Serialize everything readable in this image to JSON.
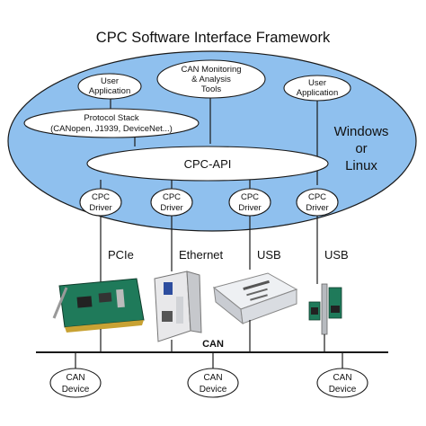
{
  "title": "CPC Software Interface Framework",
  "os_label": {
    "line1": "Windows",
    "line2": "or",
    "line3": "Linux"
  },
  "api_label": "CPC-API",
  "bus_label": "CAN",
  "user_apps": [
    {
      "line1": "User",
      "line2": "Application"
    },
    {
      "line1": "User",
      "line2": "Application"
    }
  ],
  "monitoring_tools": {
    "line1": "CAN Monitoring",
    "line2": "& Analysis",
    "line3": "Tools"
  },
  "protocol_stack": {
    "line1": "Protocol Stack",
    "line2": "(CANopen, J1939, DeviceNet...)"
  },
  "drivers": [
    {
      "line1": "CPC",
      "line2": "Driver",
      "interface": "PCIe"
    },
    {
      "line1": "CPC",
      "line2": "Driver",
      "interface": "Ethernet"
    },
    {
      "line1": "CPC",
      "line2": "Driver",
      "interface": "USB"
    },
    {
      "line1": "CPC",
      "line2": "Driver",
      "interface": "USB"
    }
  ],
  "devices": [
    {
      "line1": "CAN",
      "line2": "Device"
    },
    {
      "line1": "CAN",
      "line2": "Device"
    },
    {
      "line1": "CAN",
      "line2": "Device"
    }
  ],
  "colors": {
    "os_fill": "#8fc0ee",
    "bubble_fill": "#ffffff",
    "stroke": "#1a1a1a"
  },
  "hardware_images": [
    "pcie-card",
    "ethernet-module",
    "usb-box",
    "usb-bracket-card"
  ]
}
